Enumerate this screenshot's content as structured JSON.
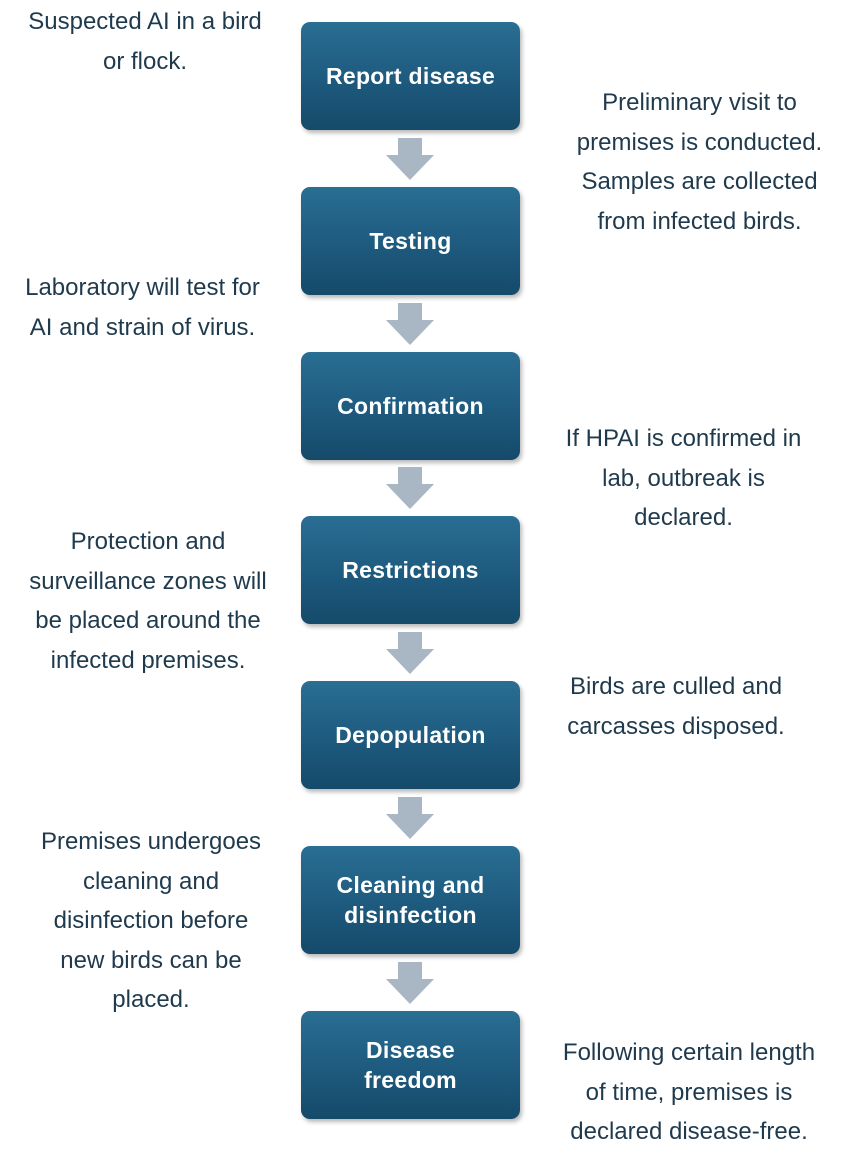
{
  "steps": [
    {
      "label": "Report disease"
    },
    {
      "label": "Testing"
    },
    {
      "label": "Confirmation"
    },
    {
      "label": "Restrictions"
    },
    {
      "label": "Depopulation"
    },
    {
      "label": "Cleaning and\ndisinfection"
    },
    {
      "label": "Disease\nfreedom"
    }
  ],
  "notes": {
    "report_left": "Suspected AI in a bird\nor flock.",
    "preliminary_right": "Preliminary visit to\npremises is conducted.\nSamples are collected\nfrom infected birds.",
    "lab_left": "Laboratory will test for\nAI and strain of virus.",
    "hpai_right": "If HPAI is confirmed in\nlab, outbreak is\ndeclared.",
    "zones_left": "Protection and\nsurveillance zones will\nbe placed around the\ninfected premises.",
    "culled_right": "Birds are culled and\ncarcasses disposed.",
    "cleaning_left": "Premises undergoes\ncleaning and\ndisinfection before\nnew birds can be\nplaced.",
    "freedom_right": "Following certain length\nof time, premises is\ndeclared disease-free."
  },
  "colors": {
    "box": "#1d5a7e",
    "arrow": "#a9b6c4",
    "text": "#1f3a4d"
  }
}
